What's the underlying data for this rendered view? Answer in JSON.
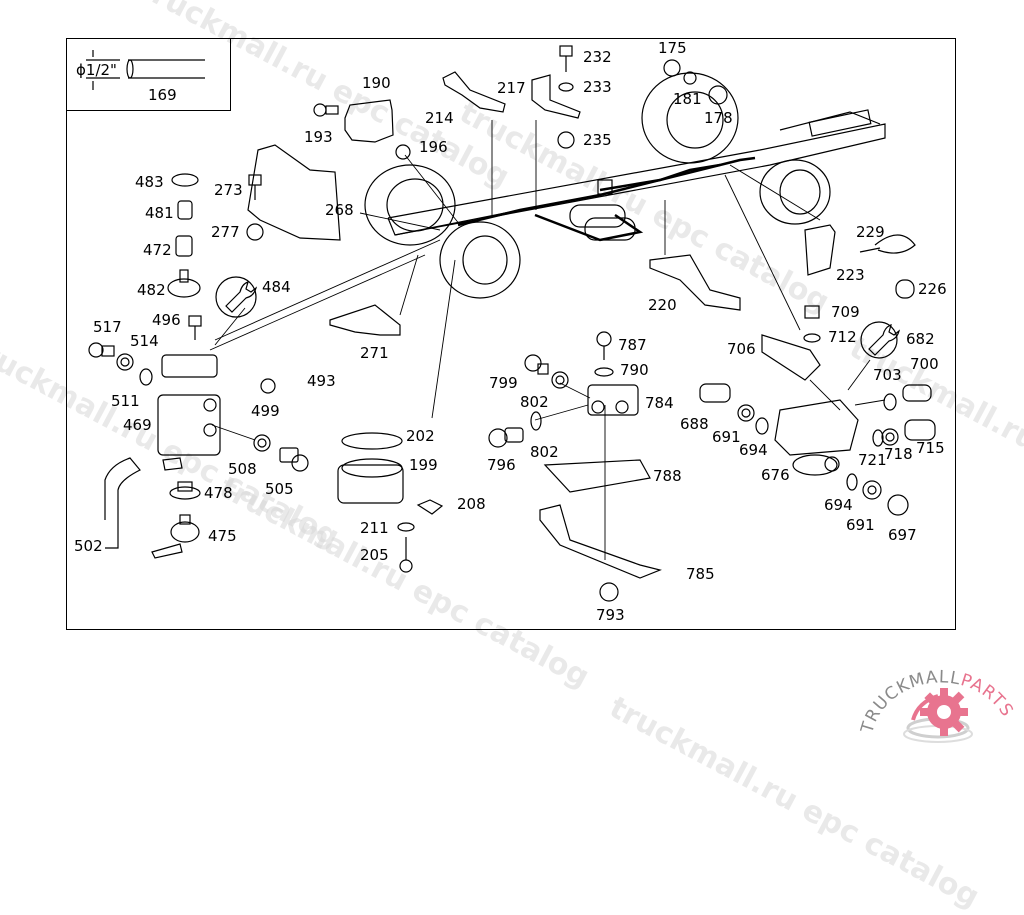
{
  "diagram": {
    "type": "exploded parts catalog illustration",
    "subject": "truck chassis compressed-air / brake valve components",
    "inset": {
      "dimension": "ϕ1/2\"",
      "part": "169"
    },
    "labels": [
      {
        "id": "l169",
        "text": "169"
      },
      {
        "id": "l190",
        "text": "190"
      },
      {
        "id": "l193",
        "text": "193"
      },
      {
        "id": "l196",
        "text": "196"
      },
      {
        "id": "l214",
        "text": "214"
      },
      {
        "id": "l217",
        "text": "217"
      },
      {
        "id": "l232",
        "text": "232"
      },
      {
        "id": "l233",
        "text": "233"
      },
      {
        "id": "l235",
        "text": "235"
      },
      {
        "id": "l175",
        "text": "175"
      },
      {
        "id": "l181",
        "text": "181"
      },
      {
        "id": "l178",
        "text": "178"
      },
      {
        "id": "l483",
        "text": "483"
      },
      {
        "id": "l273",
        "text": "273"
      },
      {
        "id": "l481",
        "text": "481"
      },
      {
        "id": "l268",
        "text": "268"
      },
      {
        "id": "l277",
        "text": "277"
      },
      {
        "id": "l472",
        "text": "472"
      },
      {
        "id": "l482",
        "text": "482"
      },
      {
        "id": "l484",
        "text": "484"
      },
      {
        "id": "l496",
        "text": "496"
      },
      {
        "id": "l517",
        "text": "517"
      },
      {
        "id": "l514",
        "text": "514"
      },
      {
        "id": "l493",
        "text": "493"
      },
      {
        "id": "l511",
        "text": "511"
      },
      {
        "id": "l499",
        "text": "499"
      },
      {
        "id": "l469",
        "text": "469"
      },
      {
        "id": "l508",
        "text": "508"
      },
      {
        "id": "l505",
        "text": "505"
      },
      {
        "id": "l478",
        "text": "478"
      },
      {
        "id": "l475",
        "text": "475"
      },
      {
        "id": "l502",
        "text": "502"
      },
      {
        "id": "l271",
        "text": "271"
      },
      {
        "id": "l202",
        "text": "202"
      },
      {
        "id": "l199",
        "text": "199"
      },
      {
        "id": "l208",
        "text": "208"
      },
      {
        "id": "l211",
        "text": "211"
      },
      {
        "id": "l205",
        "text": "205"
      },
      {
        "id": "l220",
        "text": "220"
      },
      {
        "id": "l229",
        "text": "229"
      },
      {
        "id": "l223",
        "text": "223"
      },
      {
        "id": "l226",
        "text": "226"
      },
      {
        "id": "l709",
        "text": "709"
      },
      {
        "id": "l712",
        "text": "712"
      },
      {
        "id": "l682",
        "text": "682"
      },
      {
        "id": "l706",
        "text": "706"
      },
      {
        "id": "l700",
        "text": "700"
      },
      {
        "id": "l703",
        "text": "703"
      },
      {
        "id": "l787",
        "text": "787"
      },
      {
        "id": "l790",
        "text": "790"
      },
      {
        "id": "l799",
        "text": "799"
      },
      {
        "id": "l802a",
        "text": "802"
      },
      {
        "id": "l784",
        "text": "784"
      },
      {
        "id": "l796",
        "text": "796"
      },
      {
        "id": "l802b",
        "text": "802"
      },
      {
        "id": "l788",
        "text": "788"
      },
      {
        "id": "l785",
        "text": "785"
      },
      {
        "id": "l793",
        "text": "793"
      },
      {
        "id": "l688",
        "text": "688"
      },
      {
        "id": "l691a",
        "text": "691"
      },
      {
        "id": "l694a",
        "text": "694"
      },
      {
        "id": "l676",
        "text": "676"
      },
      {
        "id": "l721",
        "text": "721"
      },
      {
        "id": "l718",
        "text": "718"
      },
      {
        "id": "l715",
        "text": "715"
      },
      {
        "id": "l694b",
        "text": "694"
      },
      {
        "id": "l691b",
        "text": "691"
      },
      {
        "id": "l697",
        "text": "697"
      }
    ]
  },
  "watermark": {
    "text_1": "truckmall.ru epc catalog",
    "text_2": "truckmall.ru epc catalog",
    "text_3": "truckmall.ru epc catalog",
    "text_4": "truckmall.ru epc catalog"
  },
  "logo": {
    "text_dark": "TRUCKMALL",
    "text_accent": "PARTS",
    "accent_color": "#e8748f",
    "dark_color": "#888888"
  }
}
